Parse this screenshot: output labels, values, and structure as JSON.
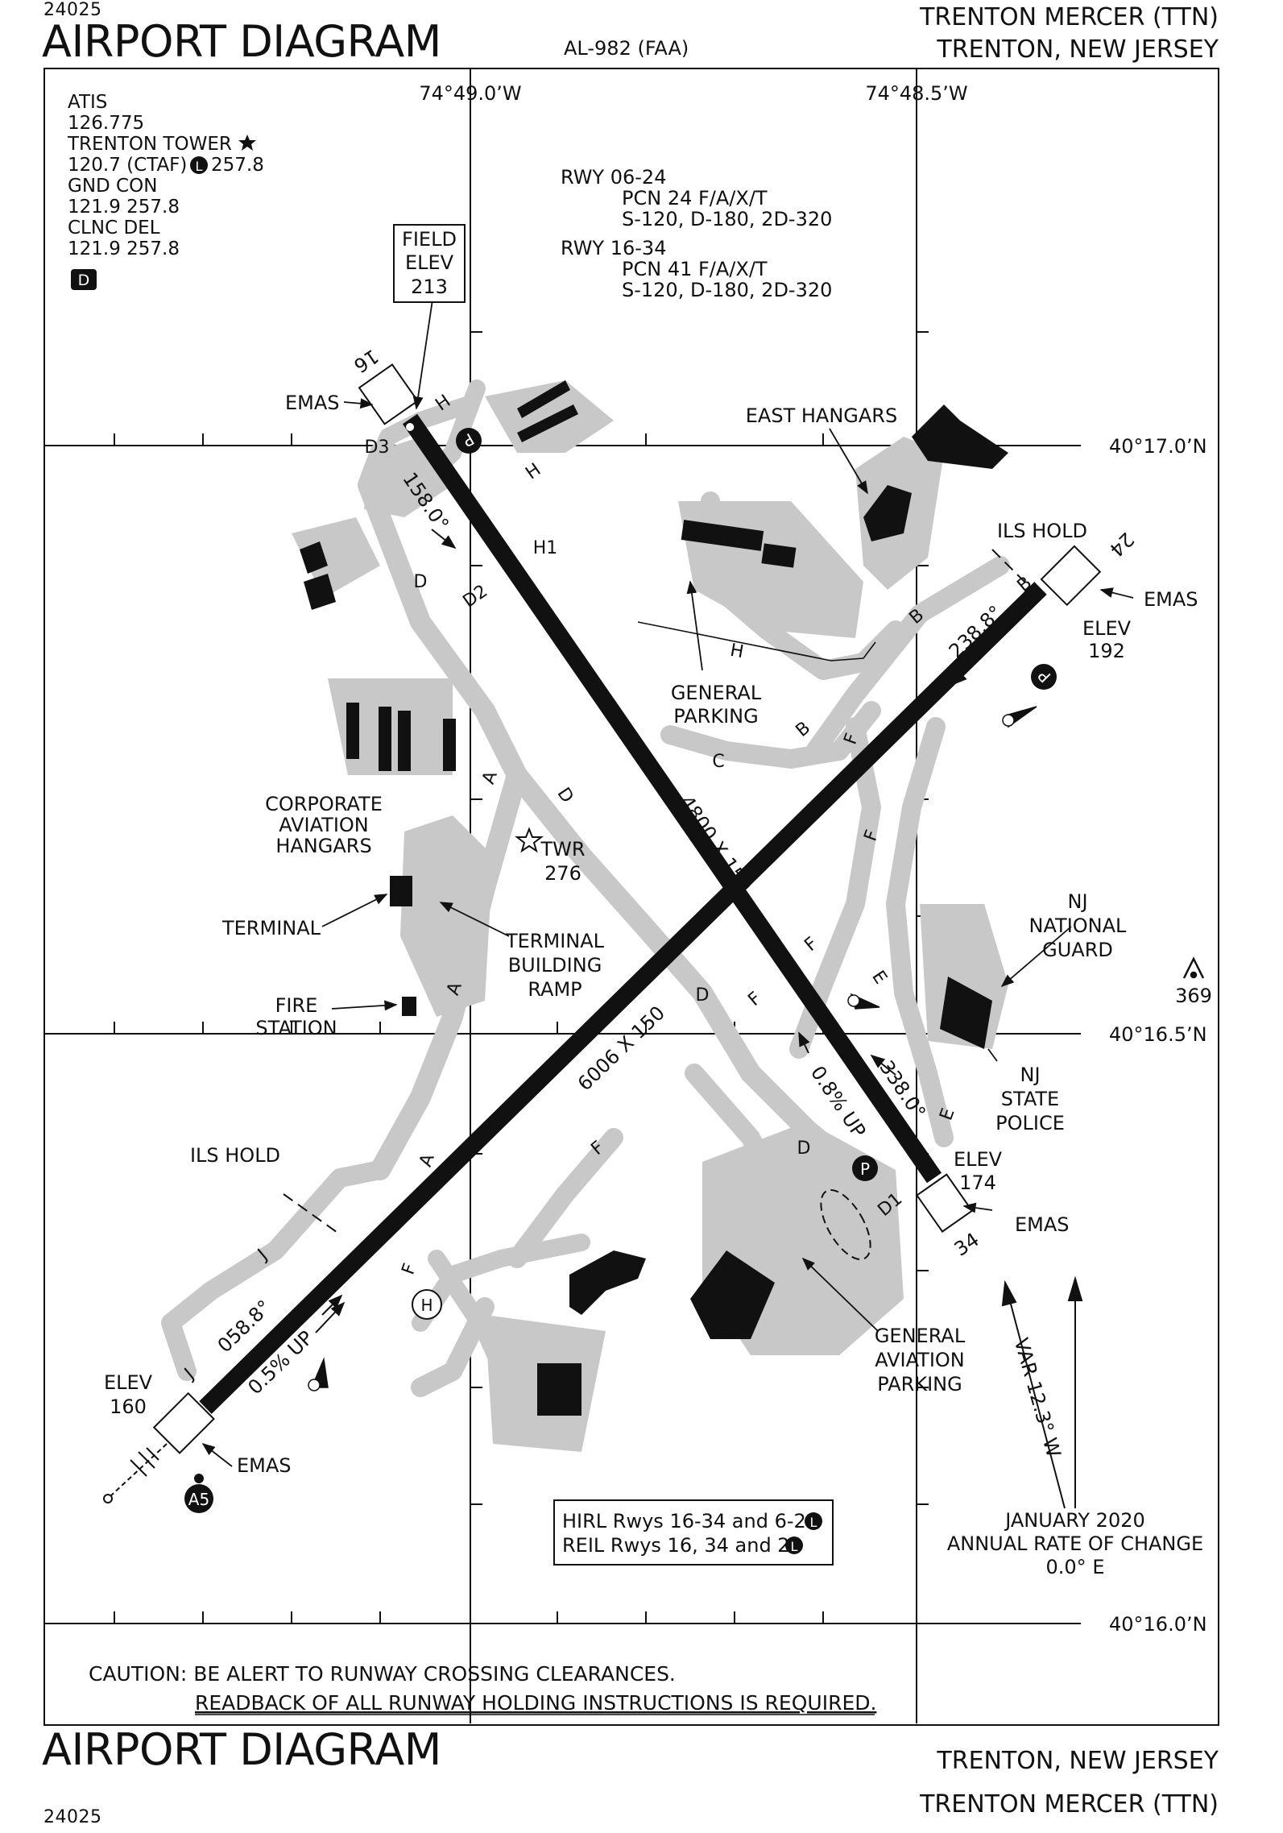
{
  "header": {
    "code_top": "24025",
    "title_top": "AIRPORT DIAGRAM",
    "procedure": "AL-982 (FAA)",
    "airport_top": "TRENTON MERCER (TTN)",
    "city_top": "TRENTON, NEW JERSEY"
  },
  "footer": {
    "title_bottom": "AIRPORT DIAGRAM",
    "code_bottom": "24025",
    "city_bottom": "TRENTON, NEW JERSEY",
    "airport_bottom": "TRENTON MERCER (TTN)"
  },
  "coords": {
    "lon_west": "74°49.0’W",
    "lon_east": "74°48.5’W",
    "lat_17": "40°17.0’N",
    "lat_165": "40°16.5’N",
    "lat_16": "40°16.0’N"
  },
  "frequencies": {
    "atis_label": "ATIS",
    "atis": "126.775",
    "tower_label": "TRENTON TOWER",
    "tower": "120.7 (CTAF)",
    "tower_uhf": "257.8",
    "gnd_label": "GND CON",
    "gnd": "121.9  257.8",
    "clnc_label": "CLNC DEL",
    "clnc": "121.9  257.8",
    "d_badge": "D",
    "l_badge": "L"
  },
  "field_elev": {
    "line1": "FIELD",
    "line2": "ELEV",
    "value": "213"
  },
  "pcn": {
    "rwy1": "RWY 06-24",
    "rwy1_pcn": "PCN 24 F/A/X/T",
    "rwy1_wt": "S-120, D-180, 2D-320",
    "rwy2": "RWY 16-34",
    "rwy2_pcn": "PCN 41 F/A/X/T",
    "rwy2_wt": "S-120, D-180, 2D-320"
  },
  "runways": {
    "rwy_16_34_dims": "4800 X 150",
    "rwy_06_24_dims": "6006 X 150",
    "hdg_158": "158.0°",
    "hdg_338": "338.0°",
    "hdg_238": "238.8°",
    "hdg_058": "058.8°",
    "slope_34": "0.8% UP",
    "slope_06": "0.5% UP",
    "end_16": "16",
    "end_34": "34",
    "end_24": "24",
    "elev_24_label": "ELEV",
    "elev_24": "192",
    "elev_34_label": "ELEV",
    "elev_34": "174",
    "elev_06_label": "ELEV",
    "elev_06": "160"
  },
  "labels": {
    "emas": "EMAS",
    "ils_hold": "ILS HOLD",
    "east_hangars": "EAST HANGARS",
    "general_parking": [
      "GENERAL",
      "PARKING"
    ],
    "corporate_hangars": [
      "CORPORATE",
      "AVIATION",
      "HANGARS"
    ],
    "terminal": "TERMINAL",
    "terminal_ramp": [
      "TERMINAL",
      "BUILDING",
      "RAMP"
    ],
    "fire_station": [
      "FIRE",
      "STATION"
    ],
    "twr": "TWR",
    "twr_elev": "276",
    "nj_guard": [
      "NJ",
      "NATIONAL",
      "GUARD"
    ],
    "nj_police": [
      "NJ",
      "STATE",
      "POLICE"
    ],
    "ga_parking": [
      "GENERAL",
      "AVIATION",
      "PARKING"
    ],
    "obstacle": "369",
    "helipad": "H",
    "parking_p": "P",
    "a5": "A5"
  },
  "taxiways": {
    "D3": "D3",
    "H": "H",
    "H1": "H1",
    "D2": "D2",
    "D": "D",
    "D1": "D1",
    "A": "A",
    "B": "B",
    "C": "C",
    "E": "E",
    "F": "F",
    "J": "J"
  },
  "magnetic": {
    "var": "VAR 12.3° W",
    "date": "JANUARY 2020",
    "rate_label": "ANNUAL RATE OF CHANGE",
    "rate": "0.0° E"
  },
  "lighting": {
    "hirl": "HIRL Rwys 16-34 and 6-24",
    "reil": "REIL Rwys 16, 34 and 24"
  },
  "caution": {
    "line1": "CAUTION: BE ALERT TO RUNWAY CROSSING CLEARANCES.",
    "line2": "READBACK OF ALL RUNWAY HOLDING INSTRUCTIONS IS REQUIRED."
  }
}
